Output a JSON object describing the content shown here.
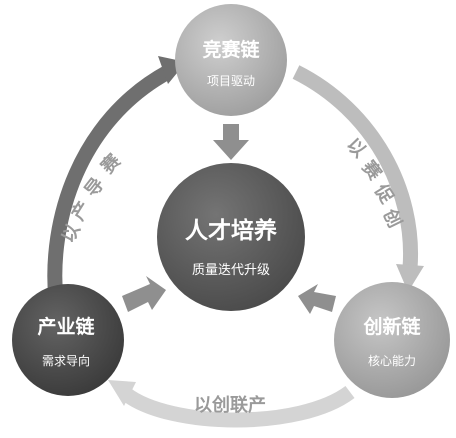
{
  "nodes": {
    "top": {
      "title": "竞赛链",
      "subtitle": "项目驱动"
    },
    "center": {
      "title": "人才培养",
      "subtitle": "质量迭代升级"
    },
    "left": {
      "title": "产业链",
      "subtitle": "需求导向"
    },
    "right": {
      "title": "创新链",
      "subtitle": "核心能力"
    }
  },
  "arc_labels": {
    "left_to_top": [
      "以",
      "产",
      "导",
      "赛"
    ],
    "top_to_right": [
      "以",
      "赛",
      "促",
      "创"
    ],
    "right_to_left": "以创联产"
  },
  "colors": {
    "top_node": "#b4b4b4",
    "center_node": "#5e5e5e",
    "left_node": "#4d4d4d",
    "right_node": "#acacac",
    "arc_left": "#6f6f6f",
    "arc_right": "#b8b8b8",
    "arc_bottom": "#d2d2d2",
    "arrow_small": "#8f8f8f"
  }
}
